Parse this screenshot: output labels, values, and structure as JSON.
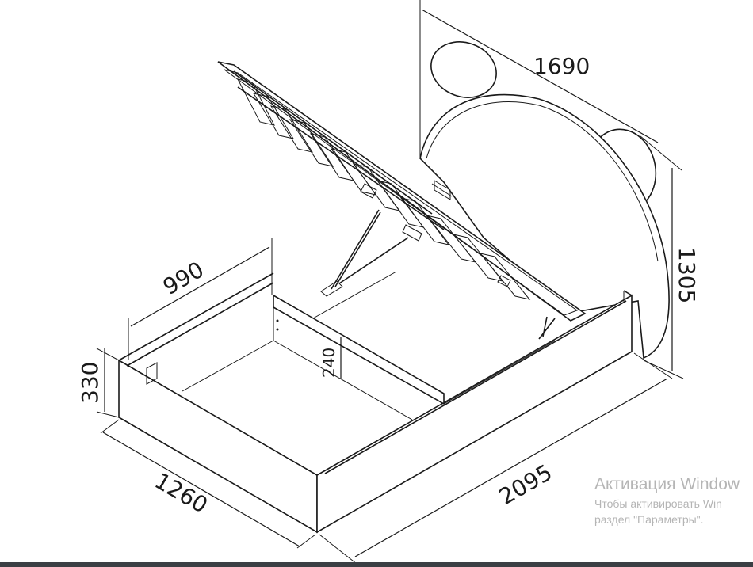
{
  "dimensions": {
    "headboard_width": "1690",
    "headboard_height": "1305",
    "lift_depth": "990",
    "divider_height": "240",
    "side_height": "330",
    "bed_width": "1260",
    "bed_length": "2095"
  },
  "watermark": {
    "title": "Активация Window",
    "line1": "Чтобы активировать Win",
    "line2": "раздел \"Параметры\"."
  }
}
